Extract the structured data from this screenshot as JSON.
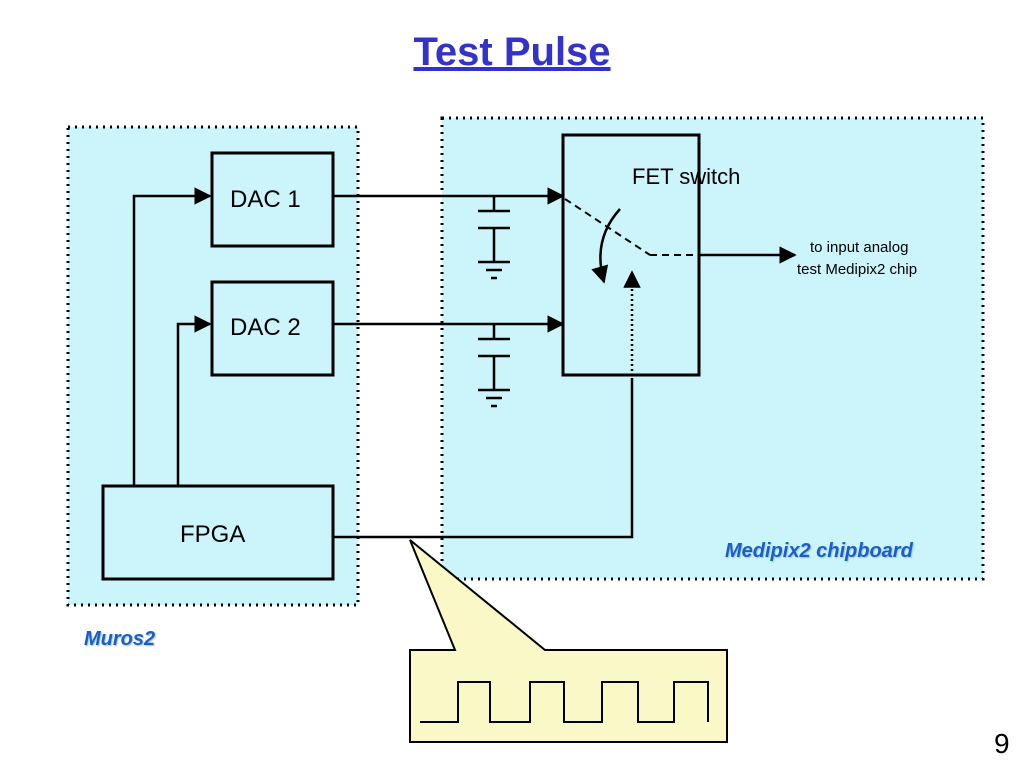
{
  "slide": {
    "title": "Test Pulse",
    "page_number": "9"
  },
  "regions": {
    "muros2_label": "Muros2",
    "chipboard_label": "Medipix2 chipboard"
  },
  "blocks": {
    "dac1": "DAC 1",
    "dac2": "DAC 2",
    "fpga": "FPGA",
    "fet_switch": "FET switch"
  },
  "output": {
    "line1": "to input analog",
    "line2": "test Medipix2 chip"
  },
  "colors": {
    "region_fill": "#ccf5fb",
    "block_fill": "#ccf5fb",
    "callout_fill": "#fbf8c8",
    "title": "#3333cc",
    "region_label": "#1a5fc4"
  }
}
